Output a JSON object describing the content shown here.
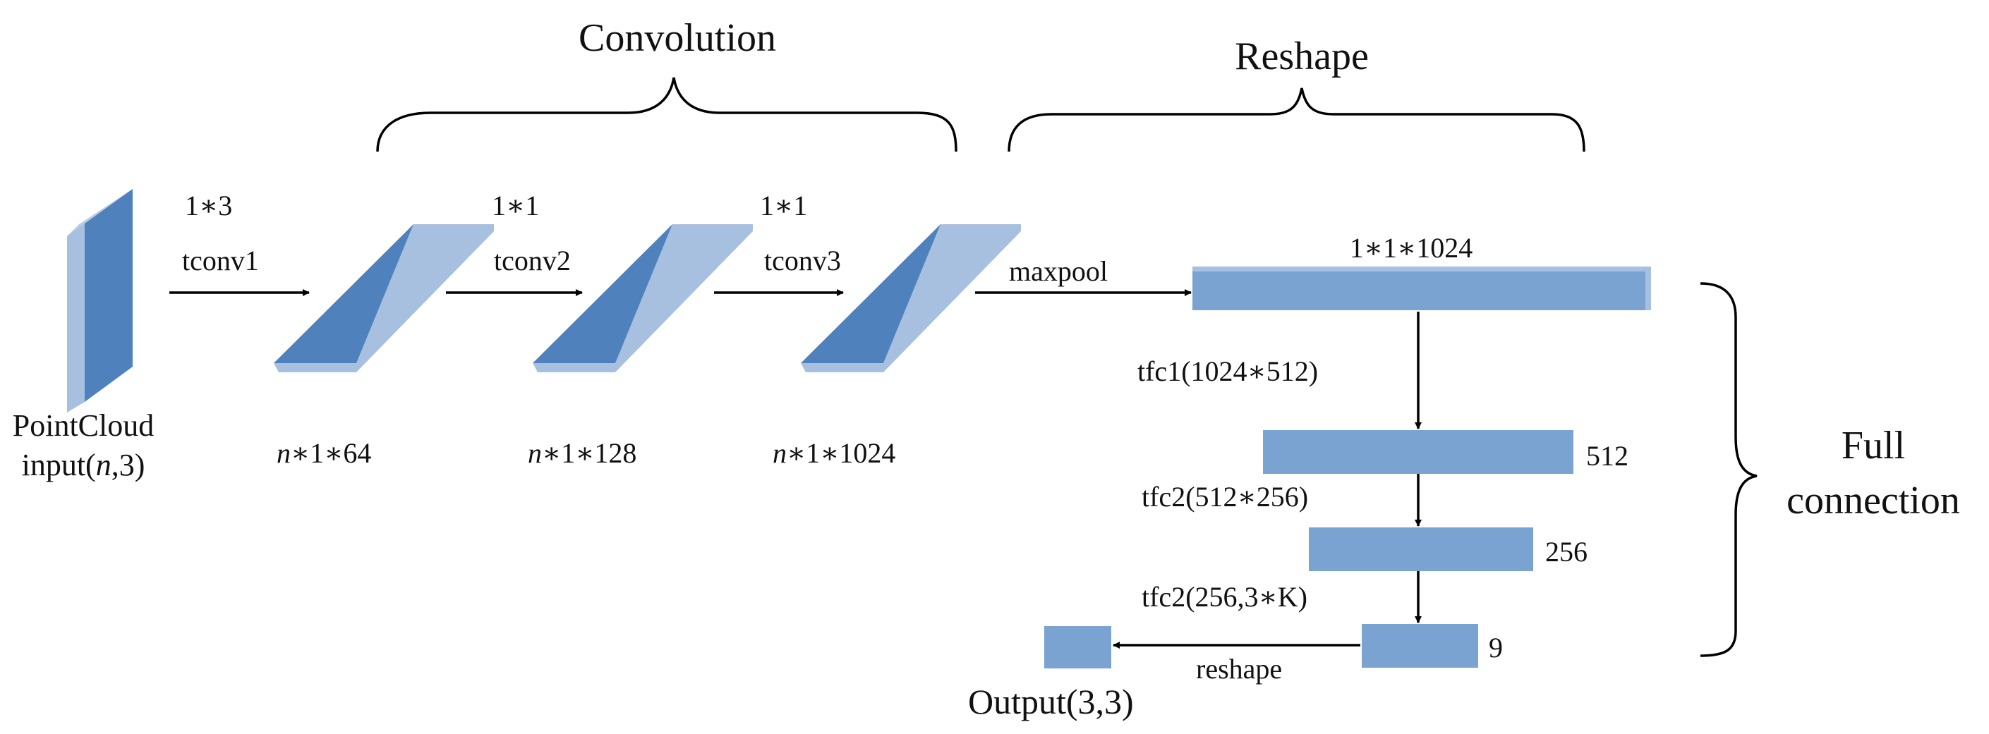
{
  "titles": {
    "convolution": "Convolution",
    "reshape": "Reshape",
    "full_connection_1": "Full",
    "full_connection_2": "connection"
  },
  "input": {
    "label_1": "PointCloud",
    "label_2_prefix": "input(",
    "label_2_var": "n",
    "label_2_suffix": ",3)"
  },
  "conv": {
    "kernel_1": "1∗3",
    "op_1": "tconv1",
    "kernel_2": "1∗1",
    "op_2": "tconv2",
    "kernel_3": "1∗1",
    "op_3": "tconv3",
    "dim_var": "n",
    "dim_1": "∗1∗64",
    "dim_2": "∗1∗128",
    "dim_3": "∗1∗1024"
  },
  "pool": {
    "op": "maxpool",
    "dim": "1∗1∗1024"
  },
  "fc": {
    "op_1": "tfc1(1024∗512)",
    "size_1": "512",
    "op_2": "tfc2(512∗256)",
    "size_2": "256",
    "op_3": "tfc2(256,3∗K)",
    "size_3": "9"
  },
  "output": {
    "op": "reshape",
    "label": "Output(3,3)"
  },
  "colors": {
    "block_front": "#4f81bd",
    "block_side": "#a7c0e0",
    "block_edge": "#7fa2cf",
    "fc_bar": "#7aa3d2"
  }
}
